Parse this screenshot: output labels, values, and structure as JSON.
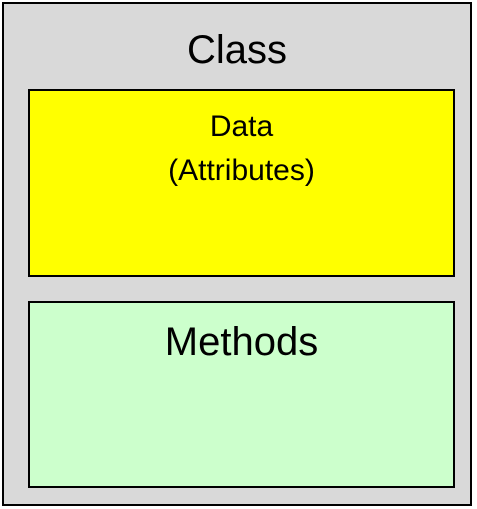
{
  "diagram": {
    "class_box": {
      "title": "Class",
      "fill_color": "#d9d9d9"
    },
    "data_box": {
      "line1": "Data",
      "line2": "(Attributes)",
      "fill_color": "#ffff00"
    },
    "methods_box": {
      "label": "Methods",
      "fill_color": "#ccffcc"
    },
    "border_color": "#000000"
  }
}
